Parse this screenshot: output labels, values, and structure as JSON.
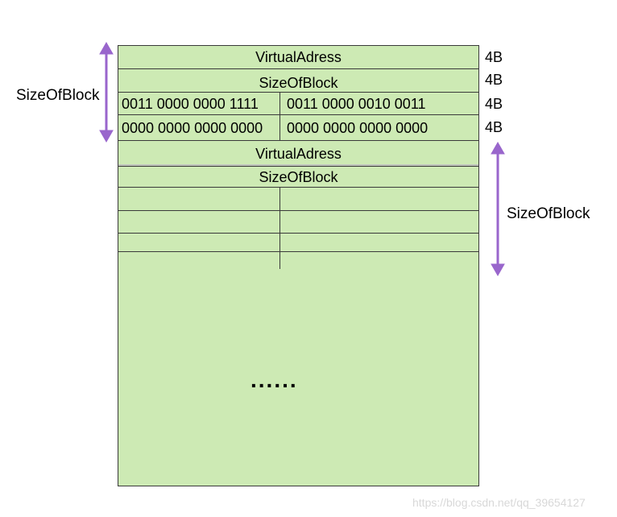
{
  "diagram": {
    "header1": {
      "virtual_address": "VirtualAdress",
      "size_of_block": "SizeOfBlock"
    },
    "entries_row1": [
      "0011 0000 0000 1111",
      "0011 0000 0010 0011"
    ],
    "entries_row2": [
      "0000 0000 0000 0000",
      "0000 0000 0000 0000"
    ],
    "header2": {
      "virtual_address": "VirtualAdress",
      "size_of_block": "SizeOfBlock"
    },
    "size_labels": [
      "4B",
      "4B",
      "4B",
      "4B"
    ],
    "left_brace_label": "SizeOfBlock",
    "right_brace_label": "SizeOfBlock",
    "continuation": "......",
    "arrow_color": "#9966cc",
    "fill_color": "#cdeab4"
  },
  "watermark": "https://blog.csdn.net/qq_39654127"
}
